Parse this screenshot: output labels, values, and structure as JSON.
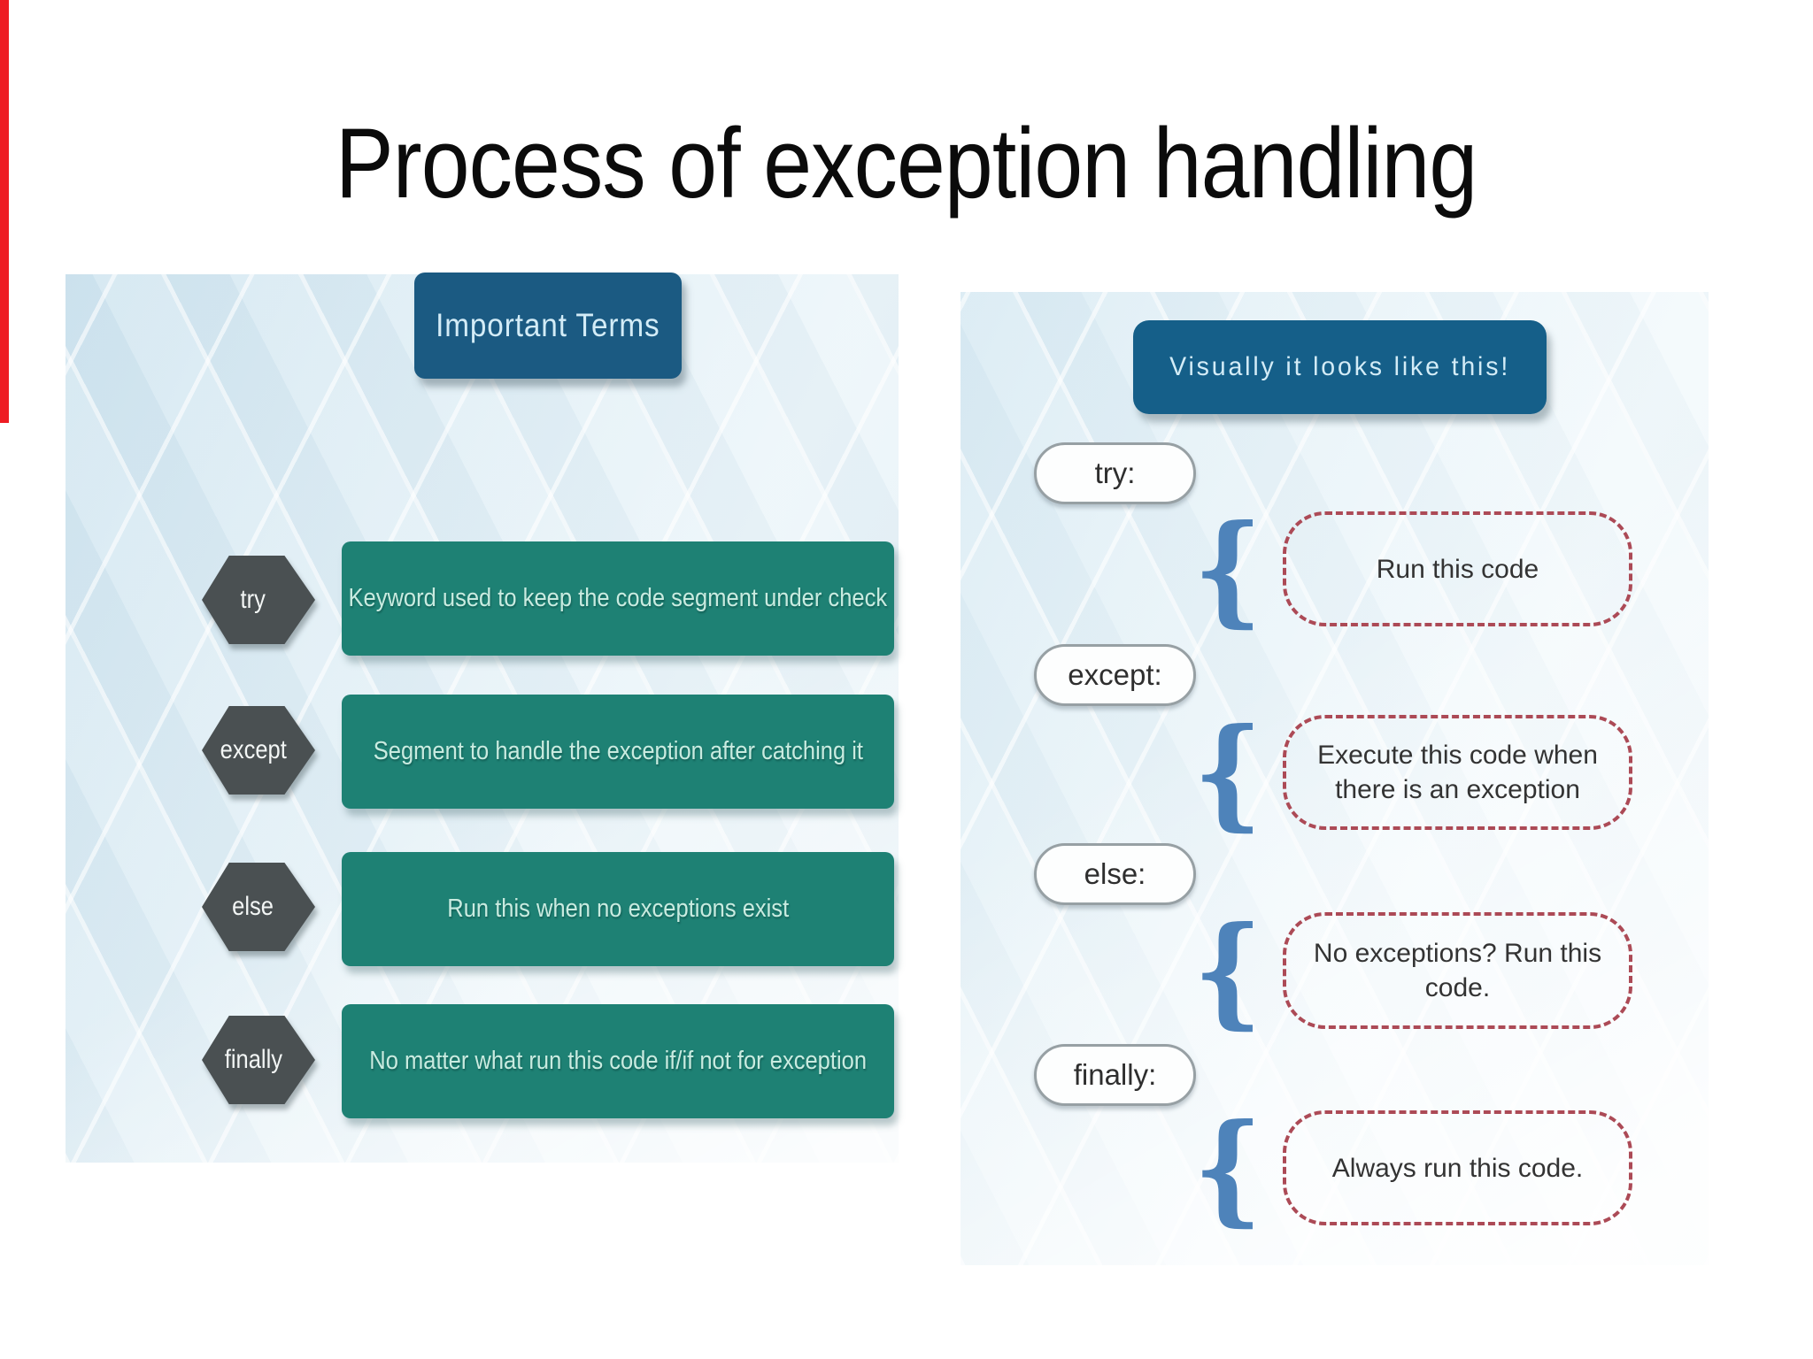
{
  "page": {
    "title": "Process of exception handling",
    "edge_marker_color": "#ee1c23"
  },
  "left_panel": {
    "header": "Important Terms",
    "rows": [
      {
        "keyword": "try",
        "description": "Keyword used to keep the code segment under check"
      },
      {
        "keyword": "except",
        "description": "Segment to handle the exception after catching it"
      },
      {
        "keyword": "else",
        "description": "Run this when no exceptions exist"
      },
      {
        "keyword": "finally",
        "description": "No matter what run this code if/if not for exception"
      }
    ],
    "colors": {
      "header_bg": "#1b5a82",
      "arrow_bg": "#4a5052",
      "box_bg": "#1e8174",
      "box_text": "#c9ebe0"
    }
  },
  "right_panel": {
    "header": "Visually it looks like this!",
    "brace_glyph": "{",
    "rows": [
      {
        "label": "try:",
        "note": "Run this code"
      },
      {
        "label": "except:",
        "note": "Execute this code when there is an exception"
      },
      {
        "label": "else:",
        "note": "No exceptions? Run this code."
      },
      {
        "label": "finally:",
        "note": "Always run this code."
      }
    ],
    "colors": {
      "header_bg": "#155f89",
      "brace": "#4e83ba",
      "dashed_border": "#ac4a56",
      "pill_border": "#97a0a4"
    }
  }
}
